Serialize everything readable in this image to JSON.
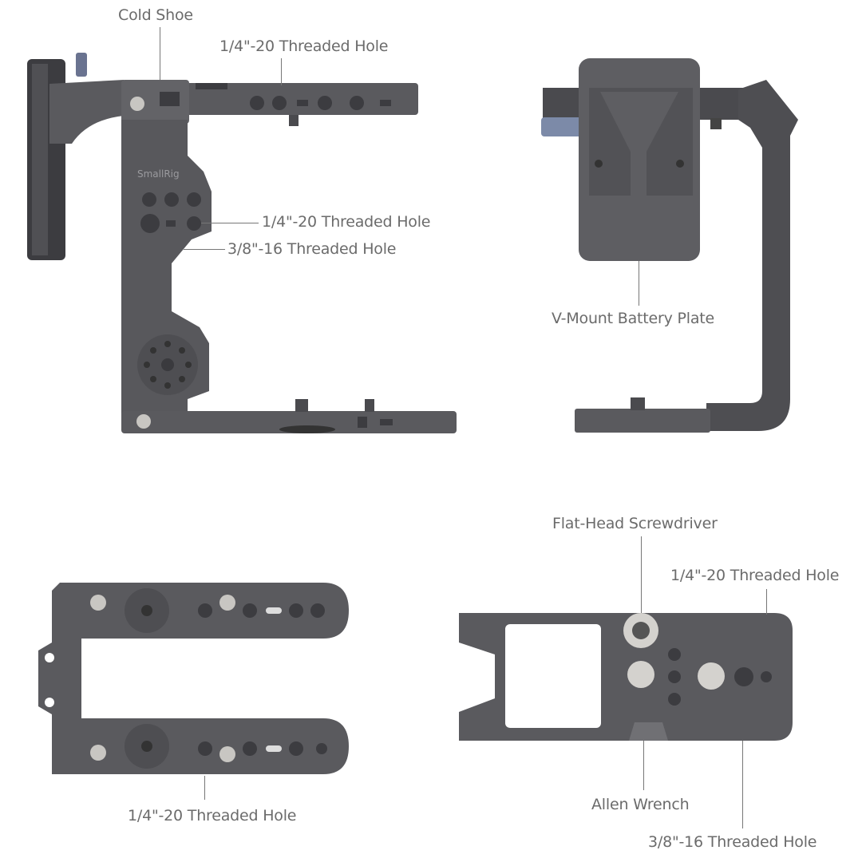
{
  "diagram": {
    "subject": "SmallRig camera cage kit with V-Mount battery plate",
    "brand_mark": "SmallRig",
    "colors": {
      "metal": "#5a5a5e",
      "metal_dark": "#3c3c40",
      "metal_light": "#78787c",
      "label": "#6b6b6b",
      "knob_blue": "#7c8aa8",
      "screw": "#c8c6c2"
    },
    "views": [
      {
        "id": "side-view",
        "labels": [
          {
            "text": "Cold Shoe"
          },
          {
            "text": "1/4\"-20 Threaded Hole"
          },
          {
            "text": "1/4\"-20 Threaded Hole"
          },
          {
            "text": "3/8\"-16 Threaded Hole"
          }
        ]
      },
      {
        "id": "rear-view",
        "labels": [
          {
            "text": "V-Mount Battery Plate"
          }
        ]
      },
      {
        "id": "top-view",
        "labels": [
          {
            "text": "1/4\"-20 Threaded Hole"
          }
        ]
      },
      {
        "id": "bottom-view",
        "labels": [
          {
            "text": "Flat-Head Screwdriver"
          },
          {
            "text": "1/4\"-20 Threaded Hole"
          },
          {
            "text": "Allen Wrench"
          },
          {
            "text": "3/8\"-16 Threaded Hole"
          }
        ]
      }
    ]
  }
}
